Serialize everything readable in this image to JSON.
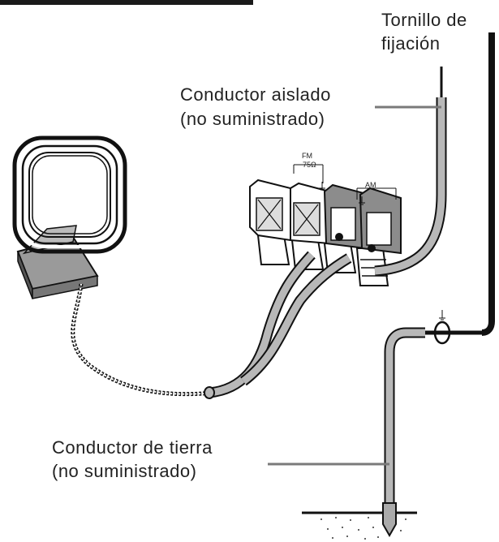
{
  "labels": {
    "screw_line1": "Tornillo de",
    "screw_line2": "fijación",
    "insulated_line1": "Conductor aislado",
    "insulated_line2": "(no suministrado)",
    "ground_line1": "Conductor de tierra",
    "ground_line2": "(no suministrado)"
  },
  "terminals": {
    "fm_label": "FM",
    "fm_ohms": "75Ω",
    "am_label": "AM"
  },
  "colors": {
    "line": "#111111",
    "wire_fill": "#b8b8b8",
    "terminal_gray": "#8c8c8c",
    "leader": "#7a7a7a"
  },
  "icons": [
    "loop-antenna-icon",
    "ground-symbol-icon",
    "ground-stake-icon"
  ]
}
